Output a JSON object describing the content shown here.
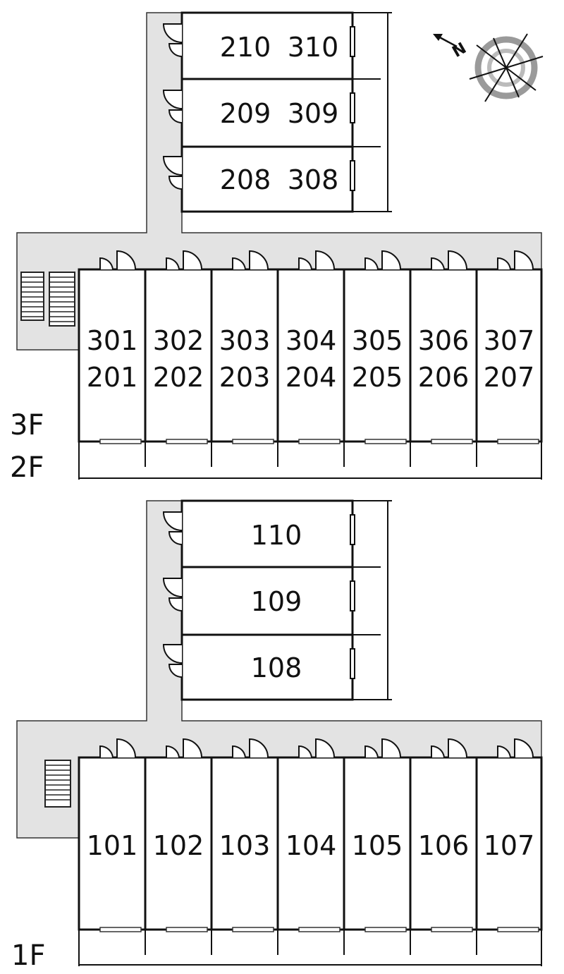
{
  "upper": {
    "floor_label_top": "3F",
    "floor_label_bottom": "2F",
    "wing_rooms": [
      {
        "left": "210",
        "right": "310"
      },
      {
        "left": "209",
        "right": "309"
      },
      {
        "left": "208",
        "right": "308"
      }
    ],
    "row_rooms": [
      {
        "top": "301",
        "bottom": "201"
      },
      {
        "top": "302",
        "bottom": "202"
      },
      {
        "top": "303",
        "bottom": "203"
      },
      {
        "top": "304",
        "bottom": "204"
      },
      {
        "top": "305",
        "bottom": "205"
      },
      {
        "top": "306",
        "bottom": "206"
      },
      {
        "top": "307",
        "bottom": "207"
      }
    ]
  },
  "lower": {
    "floor_label": "1F",
    "wing_rooms": [
      "110",
      "109",
      "108"
    ],
    "row_rooms": [
      "101",
      "102",
      "103",
      "104",
      "105",
      "106",
      "107"
    ]
  },
  "compass": {
    "north_label": "N"
  },
  "colors": {
    "corridor": "#e3e3e3",
    "wall": "#111111",
    "compass_ring": "#9a9a9a"
  }
}
